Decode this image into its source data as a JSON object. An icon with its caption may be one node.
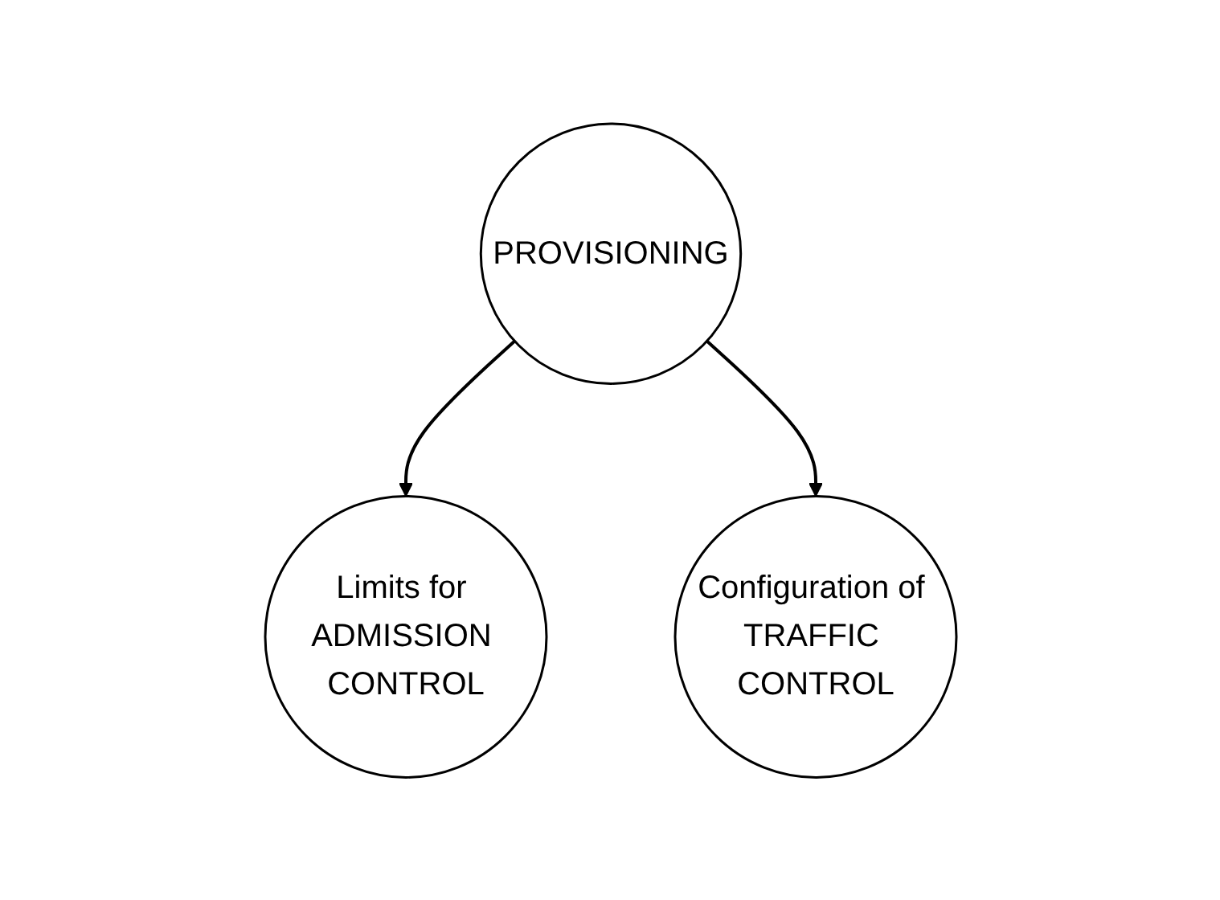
{
  "diagram": {
    "nodes": [
      {
        "text": [
          "PROVISIONING"
        ]
      },
      {
        "text": [
          "Configuration of TRAFFIC CONTROL"
        ]
      },
      {
        "text": [
          "Limits for ADMISSION CONTROL"
        ]
      }
    ],
    "edges": [
      {
        "from": 0,
        "to": 2,
        "arrow": "to"
      },
      {
        "from": 0,
        "to": 1,
        "arrow": "to"
      }
    ]
  }
}
